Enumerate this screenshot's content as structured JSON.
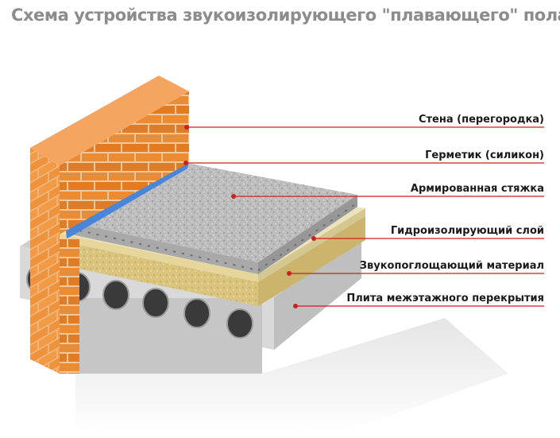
{
  "title": "Схема устройства звукоизолирующего \"плавающего\" пола",
  "colors": {
    "title": "#8c8c8c",
    "leader_line": "#d01f1f",
    "brick": "#e8862e",
    "mortar": "#f4c79a",
    "screed": "#b9b9b9",
    "mesh": "#6e6e6e",
    "waterproofing": "#e7dcae",
    "sound_absorbing": "#d7c07a",
    "sealant": "#4a86d8",
    "slab": "#d3d3d3"
  },
  "layers": [
    {
      "id": "wall",
      "label": "Стена (перегородка)"
    },
    {
      "id": "sealant",
      "label": "Герметик (силикон)"
    },
    {
      "id": "screed",
      "label": "Армированная стяжка"
    },
    {
      "id": "waterproofing",
      "label": "Гидроизолирующий слой"
    },
    {
      "id": "sound_absorbing",
      "label": "Звукопоглощающий материал"
    },
    {
      "id": "slab",
      "label": "Плита межэтажного перекрытия"
    }
  ]
}
